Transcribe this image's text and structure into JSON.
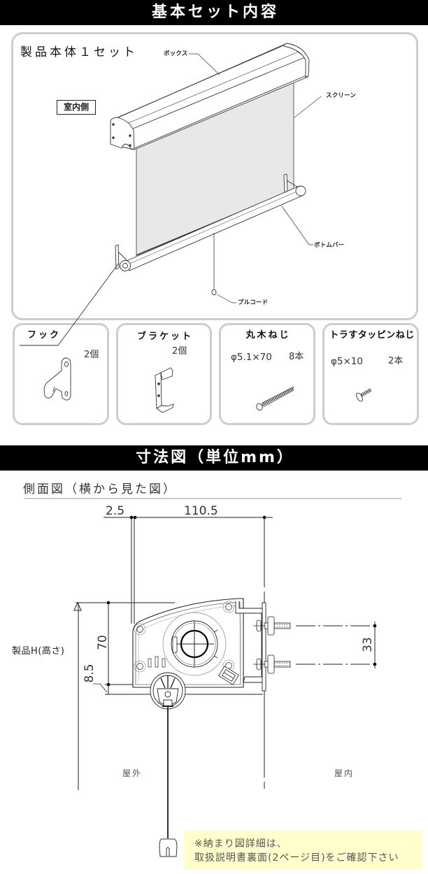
{
  "theme": {
    "header_bg": "#000000",
    "header_text": "#ffffff",
    "panel_border": "#cdcdcd",
    "note_bg": "#ffffcc",
    "note_text": "#555555"
  },
  "contents": {
    "header": "基本セット内容",
    "main_panel": {
      "title": "製品本体１セット",
      "side_label": "室内側",
      "callouts": {
        "box": "ボックス",
        "screen": "スクリーン",
        "bottom_bar": "ボトムバー",
        "pull_cord": "プルコード"
      }
    },
    "parts": [
      {
        "name": "フック",
        "qty": "2個"
      },
      {
        "name": "ブラケット",
        "qty": "2個"
      },
      {
        "name": "丸木ねじ",
        "spec": "φ5.1×70",
        "qty": "8本"
      },
      {
        "name": "トラすタッピンねじ",
        "spec": "φ5×10",
        "qty": "2本"
      }
    ]
  },
  "dimensions": {
    "header": "寸法図（単位mm）",
    "subtitle": "側面図（横から見た図）",
    "labels": {
      "wall_gap": "2.5",
      "depth": "110.5",
      "box_height": "70",
      "bottom_offset": "8.5",
      "bracket_pitch": "33",
      "product_height": "製品H(高さ)",
      "outdoor": "屋外",
      "indoor": "屋内"
    },
    "note": {
      "line1": "※納まり図詳細は、",
      "line2": "取扱説明書裏面(2ページ目)をご確認下さい"
    }
  }
}
